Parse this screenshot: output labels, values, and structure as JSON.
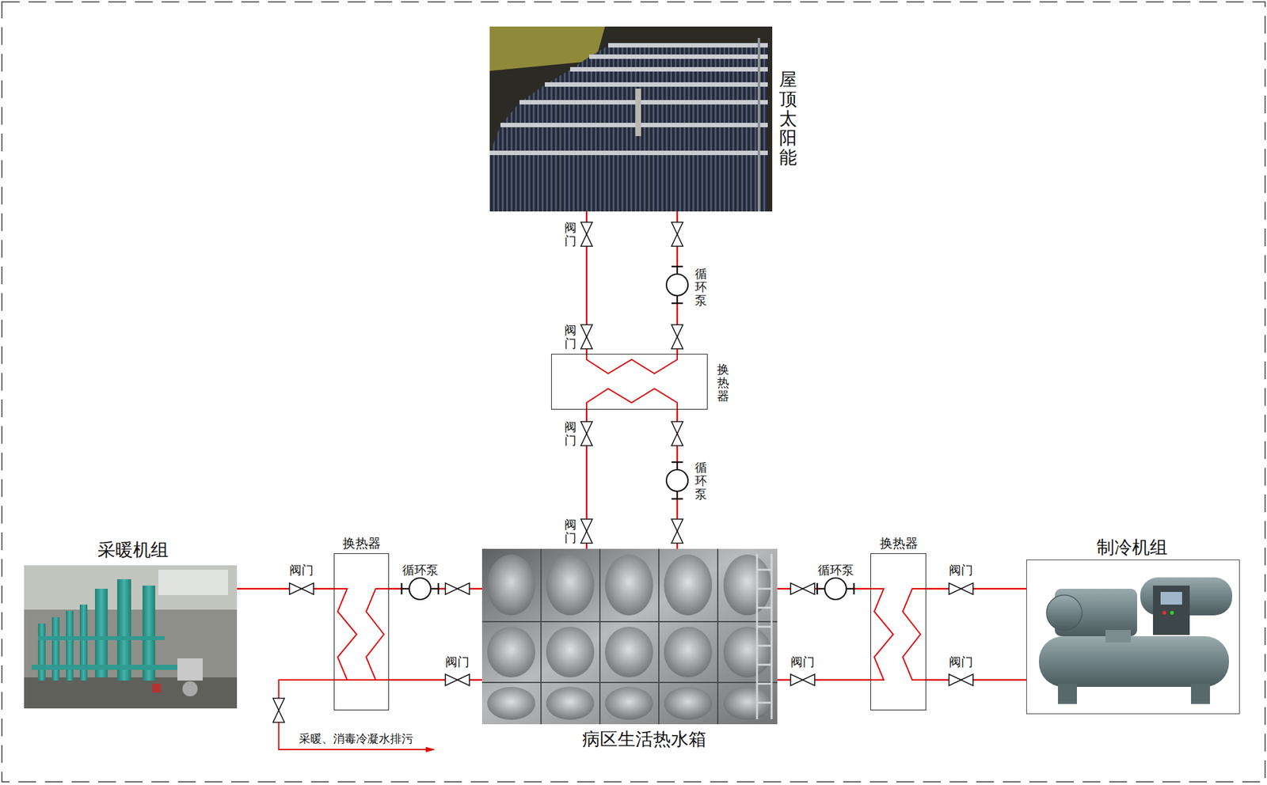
{
  "diagram": {
    "nodes": [
      {
        "text": [
          "屋顶太阳能"
        ]
      },
      {
        "text": [
          "换热器"
        ]
      },
      {
        "text": [
          "采暖机组"
        ]
      },
      {
        "text": [
          "换热器"
        ]
      },
      {
        "text": [
          "病区生活热水箱"
        ]
      },
      {
        "text": [
          "换热器"
        ]
      },
      {
        "text": [
          "制冷机组"
        ]
      }
    ],
    "edges": [
      {
        "from": 0,
        "to": 1,
        "arrow": "none"
      },
      {
        "from": 0,
        "to": 1,
        "arrow": "none"
      },
      {
        "from": 1,
        "to": 4,
        "arrow": "none"
      },
      {
        "from": 1,
        "to": 4,
        "arrow": "none"
      },
      {
        "from": 2,
        "to": 3,
        "arrow": "none"
      },
      {
        "from": 3,
        "to": 4,
        "arrow": "none"
      },
      {
        "from": 3,
        "to": 4,
        "arrow": "none"
      },
      {
        "from": 4,
        "to": 5,
        "arrow": "none"
      },
      {
        "from": 4,
        "to": 5,
        "arrow": "none"
      },
      {
        "from": 5,
        "to": 6,
        "arrow": "none"
      },
      {
        "from": 5,
        "to": 6,
        "arrow": "none"
      }
    ],
    "labels": [
      "阀门",
      "循环泵",
      "阀门",
      "阀门",
      "循环泵",
      "阀门",
      "阀门",
      "循环泵",
      "循环泵",
      "阀门",
      "阀门",
      "阀门",
      "阀门",
      "采暖、消毒冷凝水排污"
    ]
  }
}
